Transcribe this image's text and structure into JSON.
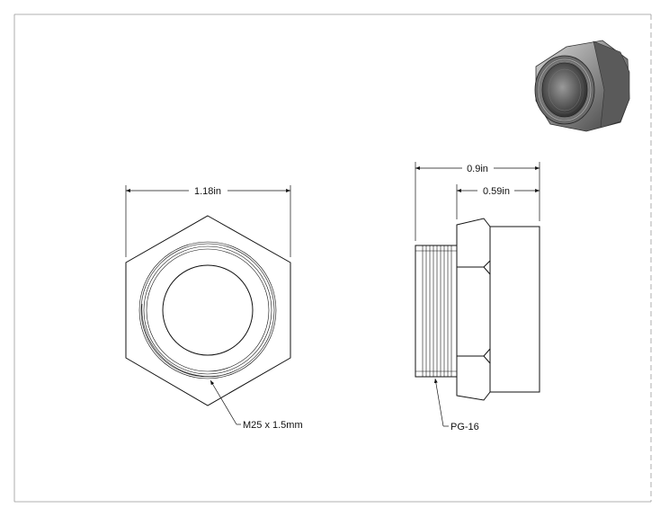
{
  "drawing": {
    "front_view": {
      "width_dimension": "1.18in",
      "thread_callout": "M25 x 1.5mm"
    },
    "side_view": {
      "overall_length_dimension": "0.9in",
      "body_length_dimension": "0.59in",
      "thread_callout": "PG-16"
    },
    "iso_view": {
      "icon": "hex-thread-adapter-3d"
    }
  },
  "colors": {
    "line": "#111111",
    "border": "#999999",
    "iso_dark": "#3a3a3a",
    "iso_mid": "#8a8a8a",
    "iso_light": "#c8c8c8"
  }
}
